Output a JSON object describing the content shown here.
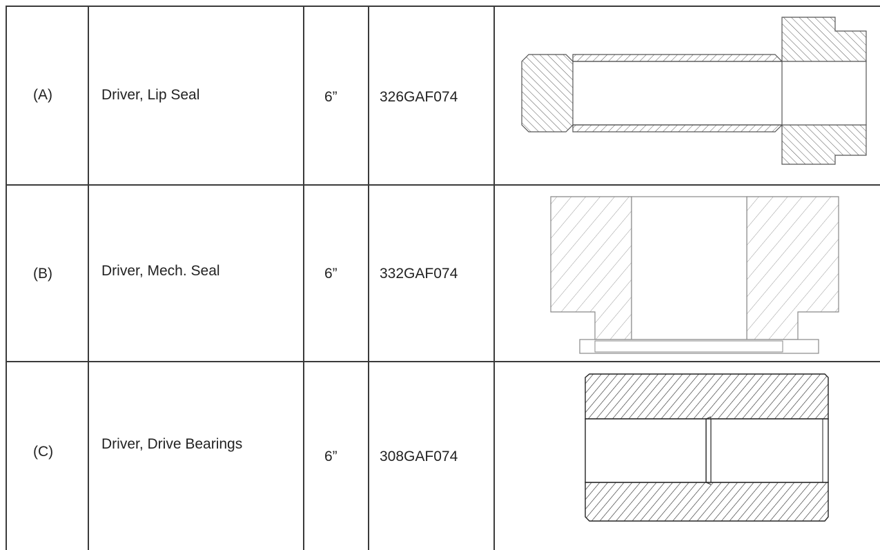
{
  "table": {
    "rows": [
      {
        "item": "(A)",
        "description": "Driver, Lip Seal",
        "size": "6”",
        "part_number": "326GAF074",
        "drawing": "lip-seal-driver-drawing"
      },
      {
        "item": "(B)",
        "description": "Driver, Mech. Seal",
        "size": "6”",
        "part_number": "332GAF074",
        "drawing": "mech-seal-driver-drawing"
      },
      {
        "item": "(C)",
        "description": "Driver, Drive Bearings",
        "size": "6”",
        "part_number": "308GAF074",
        "drawing": "drive-bearings-driver-drawing"
      }
    ]
  }
}
